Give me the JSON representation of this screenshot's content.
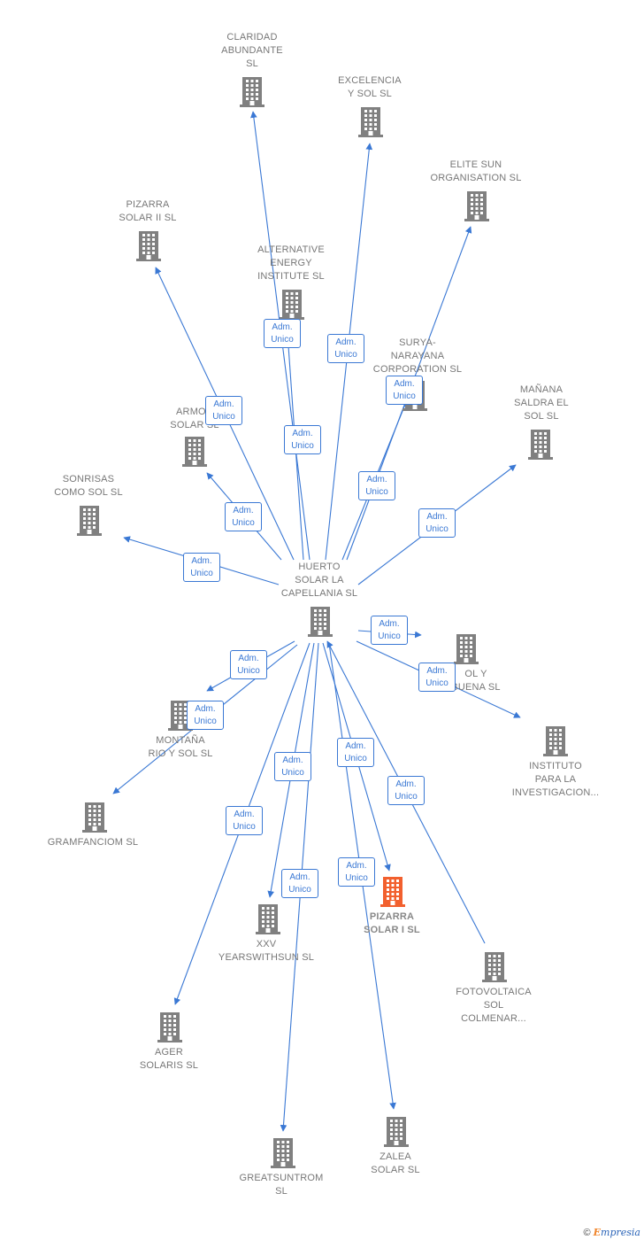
{
  "colors": {
    "link": "#3a78d4",
    "building": "#808080",
    "highlight": "#f2602e",
    "label": "#777777"
  },
  "center": {
    "id": "huerto",
    "label": "HUERTO\nSOLAR LA\nCAPELLANIA SL"
  },
  "nodes": [
    {
      "id": "claridad",
      "label": "CLARIDAD\nABUNDANTE\nSL"
    },
    {
      "id": "excelencia",
      "label": "EXCELENCIA\nY SOL  SL"
    },
    {
      "id": "elite",
      "label": "ELITE SUN\nORGANISATION SL"
    },
    {
      "id": "pizarra2",
      "label": "PIZARRA\nSOLAR II SL"
    },
    {
      "id": "alternative",
      "label": "ALTERNATIVE\nENERGY\nINSTITUTE  SL"
    },
    {
      "id": "surya",
      "label": "SURYA-\nNARAYANA\nCORPORATION SL"
    },
    {
      "id": "manana",
      "label": "MAÑANA\nSALDRA EL\nSOL  SL"
    },
    {
      "id": "armon",
      "label": "ARMON\nSOLAR SL"
    },
    {
      "id": "sonrisas",
      "label": "SONRISAS\nCOMO SOL SL"
    },
    {
      "id": "solybuena",
      "label": "OL Y\nBUENA SL"
    },
    {
      "id": "instituto",
      "label": "INSTITUTO\nPARA LA\nINVESTIGACION..."
    },
    {
      "id": "montana",
      "label": "MONTAÑA\nRIO Y SOL  SL"
    },
    {
      "id": "gramfanciom",
      "label": "GRAMFANCIOM SL"
    },
    {
      "id": "xxv",
      "label": "XXV\nYEARSWITHSUN SL"
    },
    {
      "id": "pizarra1",
      "label": "PIZARRA\nSOLAR I  SL",
      "highlight": true
    },
    {
      "id": "fotovoltaica",
      "label": "FOTOVOLTAICA\nSOL\nCOLMENAR..."
    },
    {
      "id": "ager",
      "label": "AGER\nSOLARIS  SL"
    },
    {
      "id": "zalea",
      "label": "ZALEA\nSOLAR  SL"
    },
    {
      "id": "greatsuntrom",
      "label": "GREATSUNTROM\nSL"
    }
  ],
  "edge_label": "Adm.\nUnico",
  "footer": {
    "symbol": "©",
    "brand_initial": "E",
    "brand_rest": "mpresia"
  }
}
